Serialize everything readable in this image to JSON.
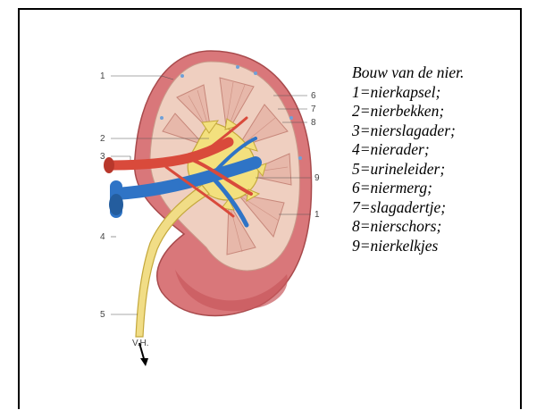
{
  "caption": {
    "title": "Bouw van de nier.",
    "items": [
      "1=nierkapsel;",
      "2=nierbekken;",
      "3=nierslagader;",
      "4=nierader;",
      "5=urineleider;",
      "6=niermerg;",
      "7=slagadertje;",
      "8=nierschors;",
      "9=nierkelkjes"
    ]
  },
  "diagram": {
    "labels": [
      "1",
      "2",
      "3",
      "4",
      "5",
      "6",
      "7",
      "8",
      "9",
      "1"
    ],
    "signature": "V.H."
  },
  "colors": {
    "capsule": "#d9777a",
    "cortex": "#efcfc0",
    "medulla": "#e7b8aa",
    "pelvis": "#f3e07e",
    "artery": "#d94a3b",
    "vein": "#2f74c6",
    "ureter": "#f1dd86"
  }
}
